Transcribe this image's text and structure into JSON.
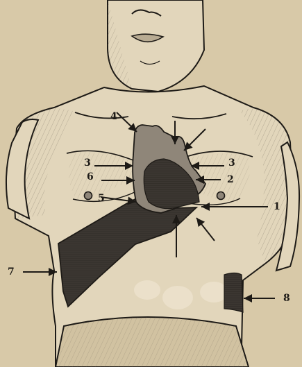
{
  "illustration": {
    "subject": "anatomical chest engraving",
    "colors": {
      "paper": "#d8c9a8",
      "ink": "#1d1a16",
      "heart_shade": "#8f8679",
      "dark_hatch": "#3b3631"
    }
  },
  "callouts": {
    "c1": "1",
    "c2": "2",
    "c3_left": "3",
    "c3_right": "3",
    "c4": "4",
    "c5": "5",
    "c6": "6",
    "c7": "7",
    "c8": "8"
  }
}
